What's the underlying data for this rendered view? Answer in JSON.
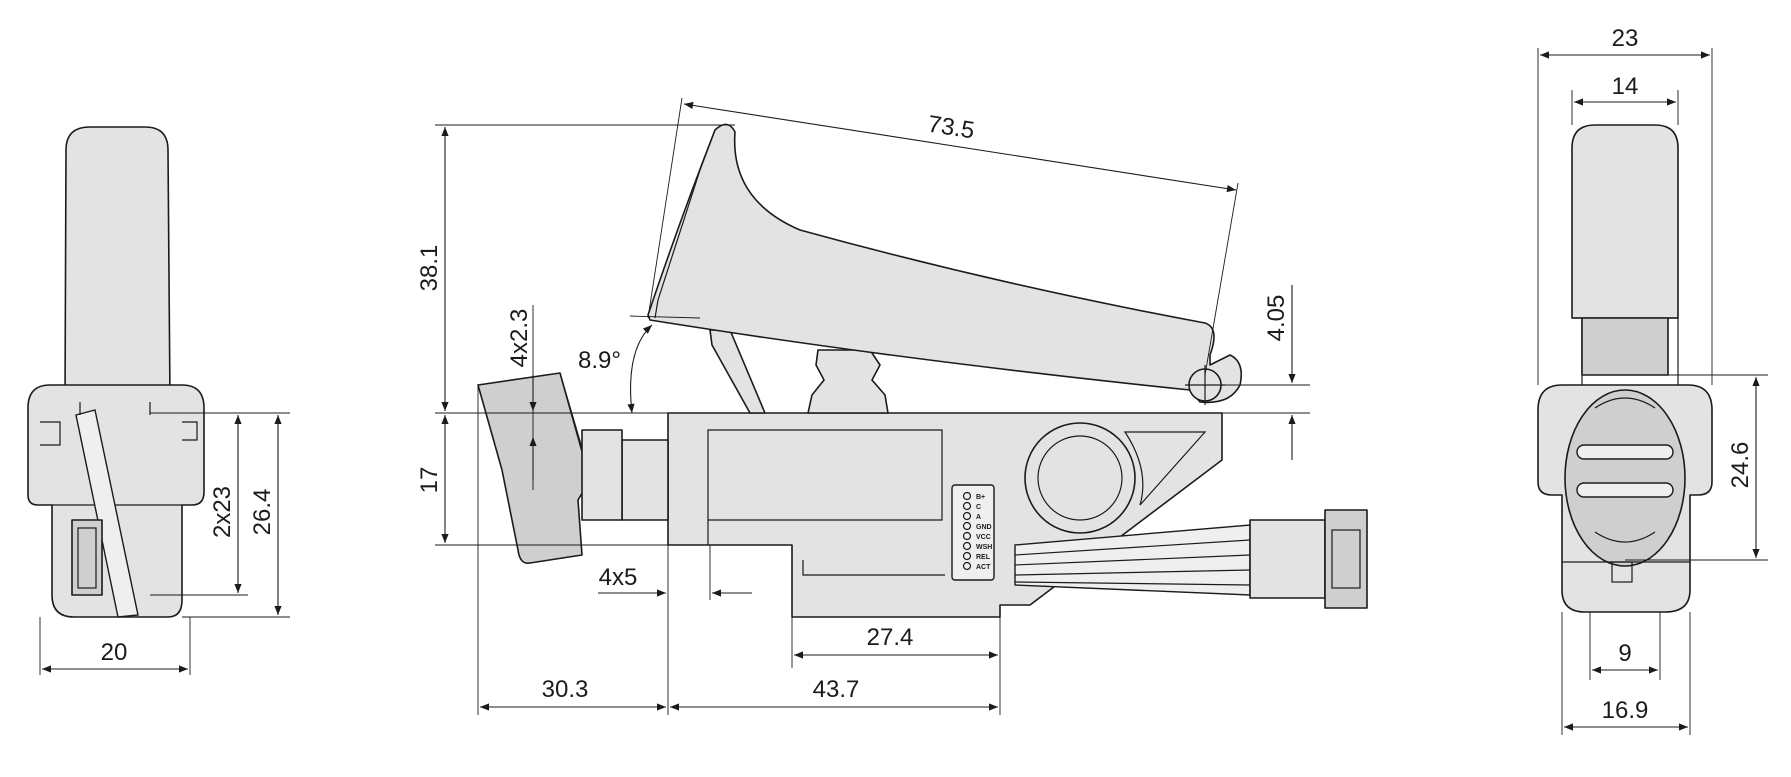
{
  "left_view": {
    "dimensions": {
      "width": "20",
      "pitch": "2x23",
      "height": "26.4"
    }
  },
  "side_view": {
    "dimensions": {
      "height_top": "38.1",
      "lever_length": "73.5",
      "angle": "8.9°",
      "hole": "4x2.3",
      "offset": "4.05",
      "height_body": "17",
      "slot": "4x5",
      "base": "27.4",
      "front": "30.3",
      "length": "43.7"
    },
    "connector_pins": [
      "B+",
      "C",
      "A",
      "GND",
      "VCC",
      "WSH",
      "REL",
      "ACT"
    ]
  },
  "right_view": {
    "dimensions": {
      "width_outer": "23",
      "width_inner": "14",
      "height": "24.6",
      "width_bottom_inner": "9",
      "width_bottom": "16.9"
    }
  }
}
